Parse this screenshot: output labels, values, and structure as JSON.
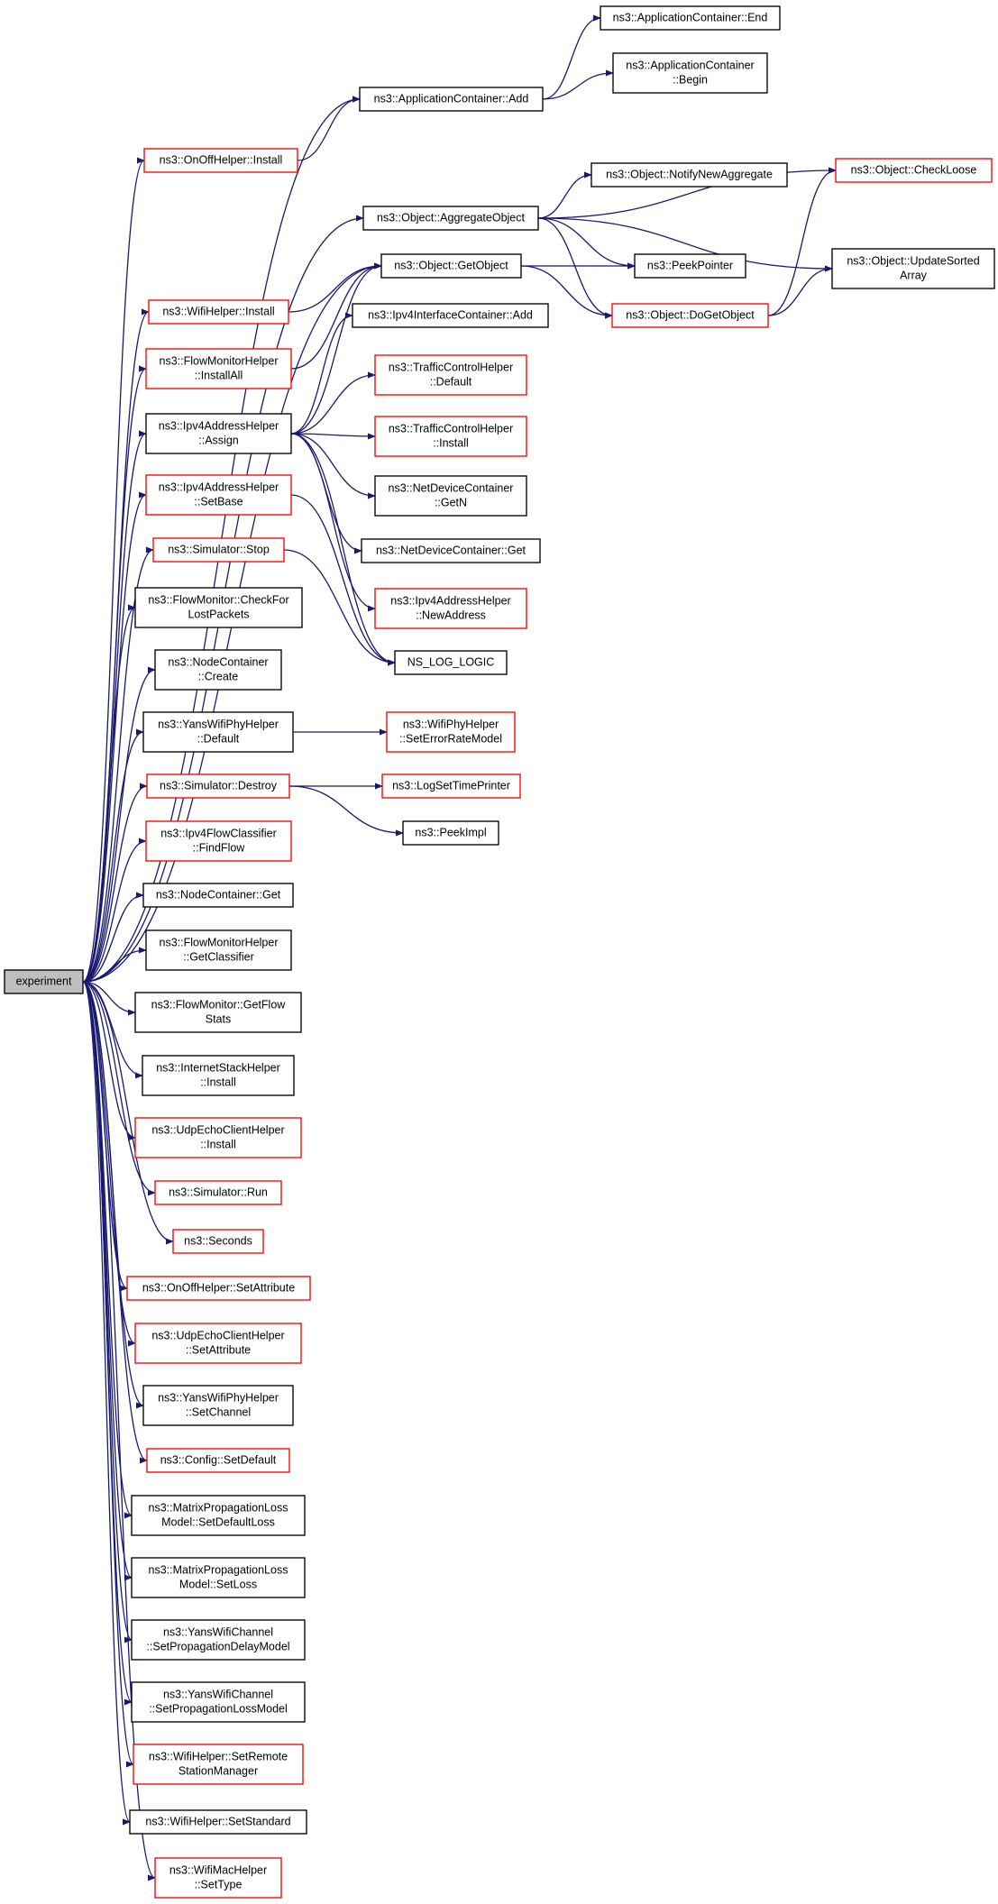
{
  "graph": {
    "type": "call-graph",
    "edge_color": "#191970",
    "root_fill": "#bfbfbf",
    "nodes": [
      {
        "id": "experiment",
        "lines": [
          "experiment"
        ],
        "border": "black",
        "root": true,
        "interactable": true
      },
      {
        "id": "appEnd",
        "lines": [
          "ns3::ApplicationContainer::End"
        ],
        "border": "black"
      },
      {
        "id": "appBegin",
        "lines": [
          "ns3::ApplicationContainer",
          "::Begin"
        ],
        "border": "black"
      },
      {
        "id": "appAdd",
        "lines": [
          "ns3::ApplicationContainer::Add"
        ],
        "border": "black"
      },
      {
        "id": "onoffInstall",
        "lines": [
          "ns3::OnOffHelper::Install"
        ],
        "border": "red"
      },
      {
        "id": "notifyNewAgg",
        "lines": [
          "ns3::Object::NotifyNewAggregate"
        ],
        "border": "black"
      },
      {
        "id": "checkLoose",
        "lines": [
          "ns3::Object::CheckLoose"
        ],
        "border": "red"
      },
      {
        "id": "aggregateObject",
        "lines": [
          "ns3::Object::AggregateObject"
        ],
        "border": "black"
      },
      {
        "id": "getObject",
        "lines": [
          "ns3::Object::GetObject"
        ],
        "border": "black"
      },
      {
        "id": "peekPointer",
        "lines": [
          "ns3::PeekPointer"
        ],
        "border": "black"
      },
      {
        "id": "updateSortedArray",
        "lines": [
          "ns3::Object::UpdateSorted",
          "Array"
        ],
        "border": "black"
      },
      {
        "id": "wifiInstall",
        "lines": [
          "ns3::WifiHelper::Install"
        ],
        "border": "red"
      },
      {
        "id": "doGetObject",
        "lines": [
          "ns3::Object::DoGetObject"
        ],
        "border": "red"
      },
      {
        "id": "ipv4IfcAdd",
        "lines": [
          "ns3::Ipv4InterfaceContainer::Add"
        ],
        "border": "black"
      },
      {
        "id": "flowInstallAll",
        "lines": [
          "ns3::FlowMonitorHelper",
          "::InstallAll"
        ],
        "border": "red"
      },
      {
        "id": "tcDefault",
        "lines": [
          "ns3::TrafficControlHelper",
          "::Default"
        ],
        "border": "red"
      },
      {
        "id": "ipv4Assign",
        "lines": [
          "ns3::Ipv4AddressHelper",
          "::Assign"
        ],
        "border": "black"
      },
      {
        "id": "tcInstall",
        "lines": [
          "ns3::TrafficControlHelper",
          "::Install"
        ],
        "border": "red"
      },
      {
        "id": "ndcGetN",
        "lines": [
          "ns3::NetDeviceContainer",
          "::GetN"
        ],
        "border": "black"
      },
      {
        "id": "ipv4SetBase",
        "lines": [
          "ns3::Ipv4AddressHelper",
          "::SetBase"
        ],
        "border": "red"
      },
      {
        "id": "ndcGet",
        "lines": [
          "ns3::NetDeviceContainer::Get"
        ],
        "border": "black"
      },
      {
        "id": "simStop",
        "lines": [
          "ns3::Simulator::Stop"
        ],
        "border": "red"
      },
      {
        "id": "ipv4NewAddress",
        "lines": [
          "ns3::Ipv4AddressHelper",
          "::NewAddress"
        ],
        "border": "red"
      },
      {
        "id": "checkLost",
        "lines": [
          "ns3::FlowMonitor::CheckFor",
          "LostPackets"
        ],
        "border": "black"
      },
      {
        "id": "nsLogLogic",
        "lines": [
          "NS_LOG_LOGIC"
        ],
        "border": "black"
      },
      {
        "id": "ncCreate",
        "lines": [
          "ns3::NodeContainer",
          "::Create"
        ],
        "border": "black"
      },
      {
        "id": "yansPhyDefault",
        "lines": [
          "ns3::YansWifiPhyHelper",
          "::Default"
        ],
        "border": "black"
      },
      {
        "id": "setErrorRate",
        "lines": [
          "ns3::WifiPhyHelper",
          "::SetErrorRateModel"
        ],
        "border": "red"
      },
      {
        "id": "simDestroy",
        "lines": [
          "ns3::Simulator::Destroy"
        ],
        "border": "red"
      },
      {
        "id": "logSetTime",
        "lines": [
          "ns3::LogSetTimePrinter"
        ],
        "border": "red"
      },
      {
        "id": "peekImpl",
        "lines": [
          "ns3::PeekImpl"
        ],
        "border": "black"
      },
      {
        "id": "findFlow",
        "lines": [
          "ns3::Ipv4FlowClassifier",
          "::FindFlow"
        ],
        "border": "red"
      },
      {
        "id": "ncGet",
        "lines": [
          "ns3::NodeContainer::Get"
        ],
        "border": "black"
      },
      {
        "id": "getClassifier",
        "lines": [
          "ns3::FlowMonitorHelper",
          "::GetClassifier"
        ],
        "border": "black"
      },
      {
        "id": "getFlowStats",
        "lines": [
          "ns3::FlowMonitor::GetFlow",
          "Stats"
        ],
        "border": "black"
      },
      {
        "id": "inetInstall",
        "lines": [
          "ns3::InternetStackHelper",
          "::Install"
        ],
        "border": "black"
      },
      {
        "id": "udpInstall",
        "lines": [
          "ns3::UdpEchoClientHelper",
          "::Install"
        ],
        "border": "red"
      },
      {
        "id": "simRun",
        "lines": [
          "ns3::Simulator::Run"
        ],
        "border": "red"
      },
      {
        "id": "seconds",
        "lines": [
          "ns3::Seconds"
        ],
        "border": "red"
      },
      {
        "id": "onoffSetAttr",
        "lines": [
          "ns3::OnOffHelper::SetAttribute"
        ],
        "border": "red"
      },
      {
        "id": "udpSetAttr",
        "lines": [
          "ns3::UdpEchoClientHelper",
          "::SetAttribute"
        ],
        "border": "red"
      },
      {
        "id": "yansSetChannel",
        "lines": [
          "ns3::YansWifiPhyHelper",
          "::SetChannel"
        ],
        "border": "black"
      },
      {
        "id": "configSetDefault",
        "lines": [
          "ns3::Config::SetDefault"
        ],
        "border": "red"
      },
      {
        "id": "mplSetDefaultLoss",
        "lines": [
          "ns3::MatrixPropagationLoss",
          "Model::SetDefaultLoss"
        ],
        "border": "black"
      },
      {
        "id": "mplSetLoss",
        "lines": [
          "ns3::MatrixPropagationLoss",
          "Model::SetLoss"
        ],
        "border": "black"
      },
      {
        "id": "ywcSetDelay",
        "lines": [
          "ns3::YansWifiChannel",
          "::SetPropagationDelayModel"
        ],
        "border": "black"
      },
      {
        "id": "ywcSetLoss",
        "lines": [
          "ns3::YansWifiChannel",
          "::SetPropagationLossModel"
        ],
        "border": "black"
      },
      {
        "id": "setRemoteStation",
        "lines": [
          "ns3::WifiHelper::SetRemote",
          "StationManager"
        ],
        "border": "red"
      },
      {
        "id": "setStandard",
        "lines": [
          "ns3::WifiHelper::SetStandard"
        ],
        "border": "black"
      },
      {
        "id": "macSetType",
        "lines": [
          "ns3::WifiMacHelper",
          "::SetType"
        ],
        "border": "red"
      }
    ],
    "edges": [
      [
        "experiment",
        "appAdd"
      ],
      [
        "experiment",
        "onoffInstall"
      ],
      [
        "experiment",
        "aggregateObject"
      ],
      [
        "experiment",
        "getObject"
      ],
      [
        "experiment",
        "wifiInstall"
      ],
      [
        "experiment",
        "flowInstallAll"
      ],
      [
        "experiment",
        "ipv4Assign"
      ],
      [
        "experiment",
        "ipv4SetBase"
      ],
      [
        "experiment",
        "simStop"
      ],
      [
        "experiment",
        "checkLost"
      ],
      [
        "experiment",
        "ncCreate"
      ],
      [
        "experiment",
        "yansPhyDefault"
      ],
      [
        "experiment",
        "simDestroy"
      ],
      [
        "experiment",
        "findFlow"
      ],
      [
        "experiment",
        "ncGet"
      ],
      [
        "experiment",
        "getClassifier"
      ],
      [
        "experiment",
        "getFlowStats"
      ],
      [
        "experiment",
        "inetInstall"
      ],
      [
        "experiment",
        "udpInstall"
      ],
      [
        "experiment",
        "simRun"
      ],
      [
        "experiment",
        "seconds"
      ],
      [
        "experiment",
        "onoffSetAttr"
      ],
      [
        "experiment",
        "udpSetAttr"
      ],
      [
        "experiment",
        "yansSetChannel"
      ],
      [
        "experiment",
        "configSetDefault"
      ],
      [
        "experiment",
        "mplSetDefaultLoss"
      ],
      [
        "experiment",
        "mplSetLoss"
      ],
      [
        "experiment",
        "ywcSetDelay"
      ],
      [
        "experiment",
        "ywcSetLoss"
      ],
      [
        "experiment",
        "setRemoteStation"
      ],
      [
        "experiment",
        "setStandard"
      ],
      [
        "experiment",
        "macSetType"
      ],
      [
        "appAdd",
        "appEnd"
      ],
      [
        "appAdd",
        "appBegin"
      ],
      [
        "onoffInstall",
        "appAdd"
      ],
      [
        "aggregateObject",
        "checkLoose"
      ],
      [
        "aggregateObject",
        "notifyNewAgg"
      ],
      [
        "aggregateObject",
        "updateSortedArray"
      ],
      [
        "aggregateObject",
        "peekPointer"
      ],
      [
        "aggregateObject",
        "doGetObject"
      ],
      [
        "getObject",
        "peekPointer"
      ],
      [
        "getObject",
        "doGetObject"
      ],
      [
        "doGetObject",
        "checkLoose"
      ],
      [
        "doGetObject",
        "updateSortedArray"
      ],
      [
        "wifiInstall",
        "getObject"
      ],
      [
        "flowInstallAll",
        "getObject"
      ],
      [
        "ipv4Assign",
        "getObject"
      ],
      [
        "ipv4Assign",
        "ipv4IfcAdd"
      ],
      [
        "ipv4Assign",
        "tcDefault"
      ],
      [
        "ipv4Assign",
        "tcInstall"
      ],
      [
        "ipv4Assign",
        "ndcGetN"
      ],
      [
        "ipv4Assign",
        "ndcGet"
      ],
      [
        "ipv4Assign",
        "ipv4NewAddress"
      ],
      [
        "ipv4Assign",
        "nsLogLogic"
      ],
      [
        "ipv4SetBase",
        "nsLogLogic"
      ],
      [
        "simStop",
        "nsLogLogic"
      ],
      [
        "yansPhyDefault",
        "setErrorRate"
      ],
      [
        "simDestroy",
        "logSetTime"
      ],
      [
        "simDestroy",
        "peekImpl"
      ]
    ]
  }
}
